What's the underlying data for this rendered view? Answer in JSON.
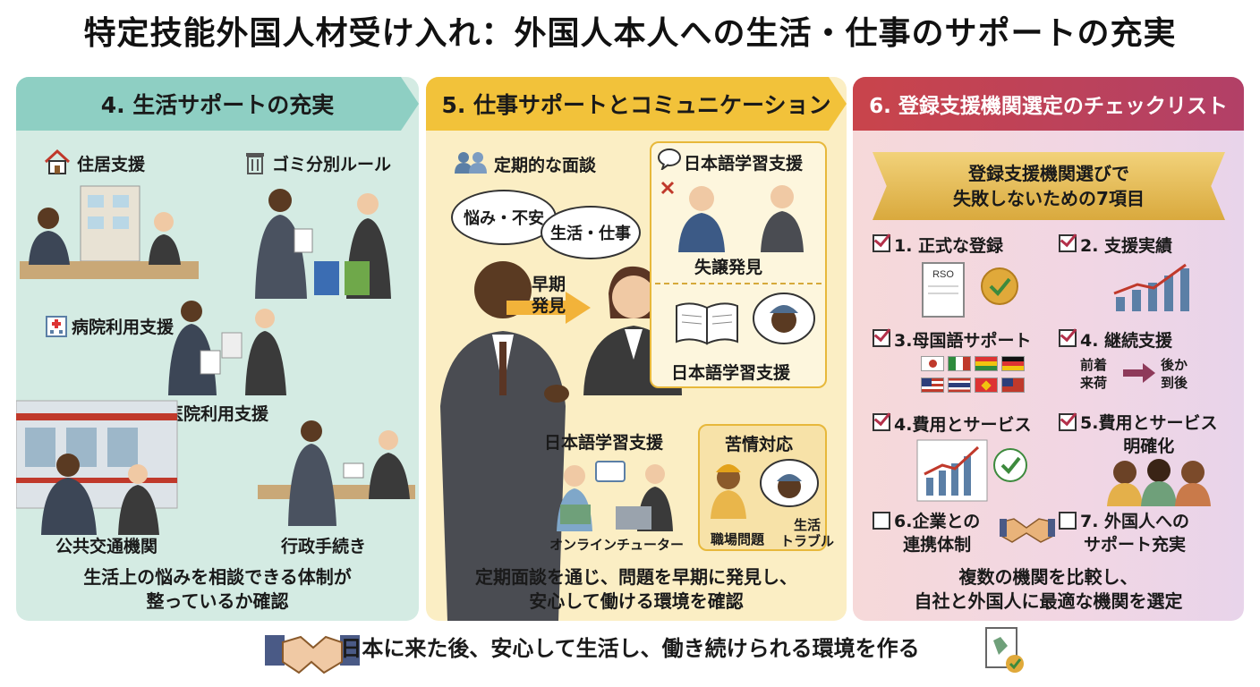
{
  "title": "特定技能外国人材受け入れ：外国人本人への生活・仕事のサポートの充実",
  "panel1": {
    "header": "4. 生活サポートの充実",
    "items": {
      "housing": "住居支援",
      "garbage": "ゴミ分別ルール",
      "hospital_top": "病院利用支援",
      "hospital_bottom": "医院利用支援",
      "transport": "公共交通機関",
      "admin": "行政手続き"
    },
    "footer": "生活上の悩みを相談できる体制が\n整っているか確認"
  },
  "panel2": {
    "header": "5. 仕事サポートとコミュニケーション",
    "meeting": "定期的な面談",
    "bubble_worries": "悩み・不安",
    "bubble_life_work": "生活・仕事",
    "early_detect": "早期\n発見",
    "jp_study_top": "日本語学習支援",
    "mistake": "失譲発見",
    "jp_study_mid": "日本語学習支援",
    "jp_study_bottom": "日本語学習支援",
    "online_tutor": "オンラインチューター",
    "complaint": "苦情対応",
    "workplace_issue": "職場問題",
    "life_trouble": "生活\nトラブル",
    "footer": "定期面談を通じ、問題を早期に発見し、\n安心して働ける環境を確認"
  },
  "panel3": {
    "header": "6. 登録支援機関選定のチェックリスト",
    "ribbon_line1": "登録支援機関選びで",
    "ribbon_line2": "失敗しないための7項目",
    "rso_label": "RSO",
    "items": [
      {
        "label": "1. 正式な登録",
        "checked": true
      },
      {
        "label": "2. 支援実績",
        "checked": true
      },
      {
        "label": "3.母国語サポート",
        "checked": true
      },
      {
        "label": "4. 継続支援",
        "checked": true
      },
      {
        "label": "4.費用とサービス",
        "checked": true
      },
      {
        "label": "5.費用とサービス\n明確化",
        "checked": true
      },
      {
        "label": "6.企業との\n連携体制",
        "checked": false
      },
      {
        "label": "7. 外国人への\nサポート充実",
        "checked": false
      }
    ],
    "before_label": "前着\n来荷",
    "after_label": "後か\n到後",
    "footer": "複数の機関を比較し、\n自社と外国人に最適な機関を選定"
  },
  "bottom_message": "日本に来た後、安心して生活し、働き続けられる環境を作る",
  "colors": {
    "panel1_bg": "#d4ebe3",
    "panel2_bg": "#fbeec4",
    "panel3_bg": "#f1d6e4",
    "accent_red": "#b3304a",
    "gold": "#e7b83b"
  }
}
